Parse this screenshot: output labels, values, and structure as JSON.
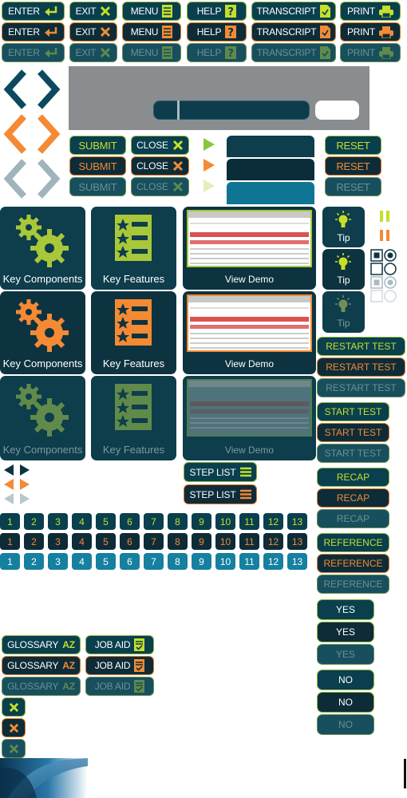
{
  "toolbar": {
    "enter": "ENTER",
    "exit": "EXIT",
    "menu": "MENU",
    "help": "HELP",
    "transcript": "TRANSCRIPT",
    "print": "PRINT"
  },
  "form": {
    "submit": "SUBMIT",
    "close": "CLOSE",
    "reset": "RESET"
  },
  "tiles": {
    "key_components": "Key Components",
    "key_features": "Key Features",
    "view_demo": "View Demo"
  },
  "tip": "Tip",
  "test": {
    "restart": "RESTART TEST",
    "start": "START TEST",
    "recap": "RECAP",
    "reference": "REFERENCE"
  },
  "step_list": "STEP LIST",
  "numbers": [
    "1",
    "2",
    "3",
    "4",
    "5",
    "6",
    "7",
    "8",
    "9",
    "10",
    "11",
    "12",
    "13"
  ],
  "glossary": "GLOSSARY",
  "glossary_az": "AZ",
  "job_aid": "JOB AID",
  "answers": {
    "yes": "YES",
    "no": "NO"
  },
  "colors": {
    "accent_green": "#c5df2a",
    "accent_orange": "#f48a33",
    "dark_teal": "#0a3f4e",
    "bright_teal": "#1580a0"
  }
}
